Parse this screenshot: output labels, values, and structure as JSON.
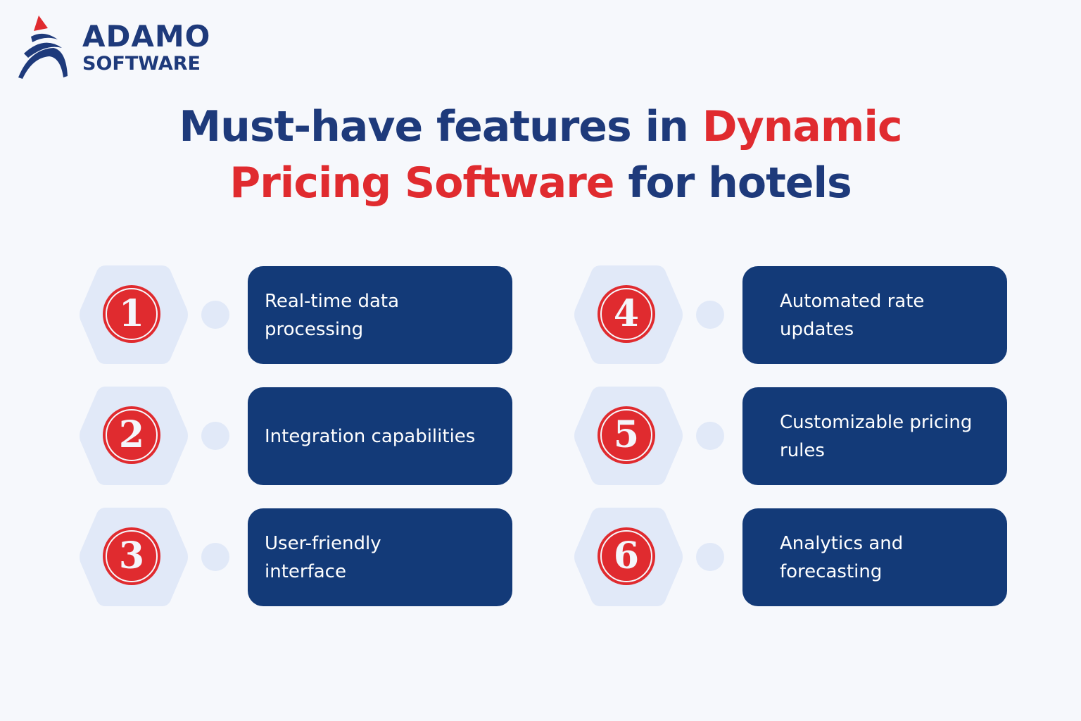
{
  "logo": {
    "brand_line1": "ADAMO",
    "brand_line2": "SOFTWARE",
    "icon": "rocket-arc-logo-icon",
    "colors": {
      "navy": "#1e3a7b",
      "red": "#e02b2f"
    }
  },
  "title": {
    "part1": "Must-have features in ",
    "part2_highlight": "Dynamic",
    "part3_highlight": "Pricing Software",
    "part4": " for hotels"
  },
  "colors": {
    "background": "#f6f8fc",
    "title_navy": "#1e3a7b",
    "accent_red": "#e02b2f",
    "card_navy": "#133a78",
    "hexagon": "#e1e9f8"
  },
  "features": [
    {
      "number": "1",
      "label": "Real-time data processing"
    },
    {
      "number": "2",
      "label": "Integration capabilities"
    },
    {
      "number": "3",
      "label": "User-friendly interface"
    },
    {
      "number": "4",
      "label": "Automated rate updates"
    },
    {
      "number": "5",
      "label": "Customizable pricing rules"
    },
    {
      "number": "6",
      "label": "Analytics and forecasting"
    }
  ]
}
